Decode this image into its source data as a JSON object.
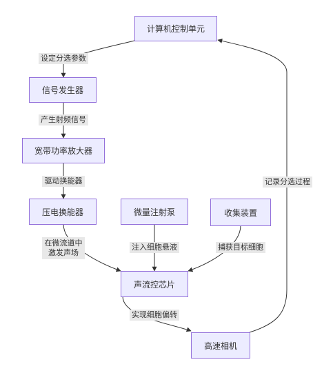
{
  "diagram": {
    "nodes": {
      "computer": "计算机控制单元",
      "signal_generator": "信号发生器",
      "amplifier": "宽带功率放大器",
      "transducer": "压电换能器",
      "syringe_pump": "微量注射泵",
      "collector": "收集装置",
      "chip": "声流控芯片",
      "camera": "高速相机"
    },
    "edges": {
      "computer_to_signal_generator": "设定分选参数",
      "signal_generator_to_amplifier": "产生射频信号",
      "amplifier_to_transducer": "驱动换能器",
      "transducer_to_chip": "在微流道中\n激发声场",
      "syringe_pump_to_chip": "注入细胞悬液",
      "collector_to_chip": "捕获目标细胞",
      "chip_to_camera": "实现细胞偏转",
      "camera_to_computer": "记录分选过程"
    }
  },
  "colors": {
    "node_fill": "#ECECFF",
    "node_border": "#9370DB",
    "edge": "#333333",
    "label_bg": "#E8E8E8"
  }
}
